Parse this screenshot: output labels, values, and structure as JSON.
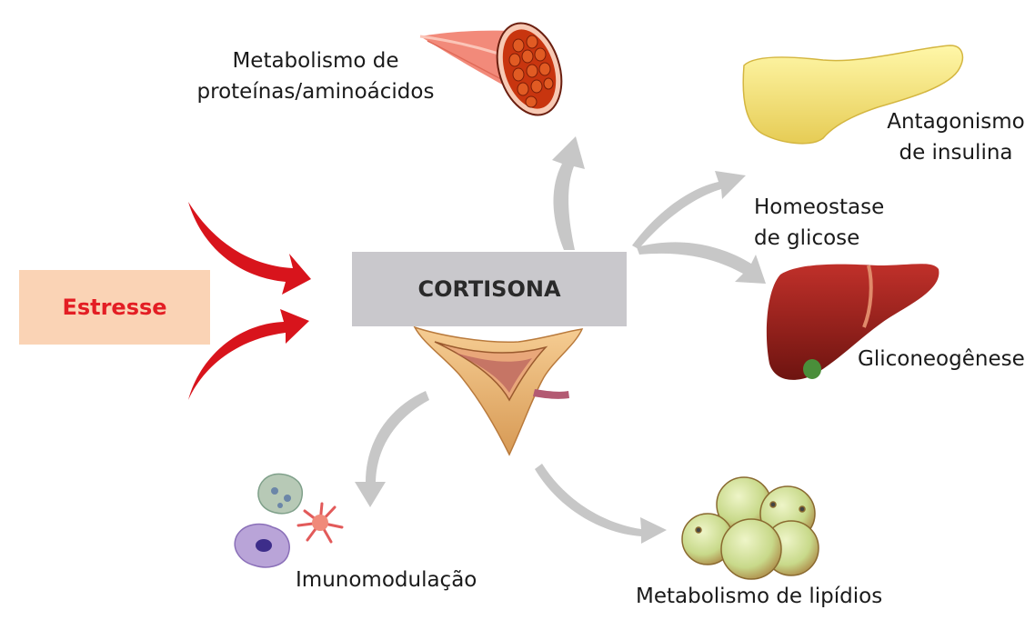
{
  "center_label": "CORTISONA",
  "input_label": "Estresse",
  "effects": {
    "proteins": [
      "Metabolismo de",
      "proteínas/aminoácidos"
    ],
    "insulin": [
      "Antagonismo",
      "de insulina"
    ],
    "glucose": [
      "Homeostase",
      "de glicose"
    ],
    "gluconeogenesis": "Gliconeogênese",
    "immune": "Imunomodulação",
    "lipids": "Metabolismo de lipídios"
  },
  "colors": {
    "center_box": "#c9c8cc",
    "input_box": "#fad3b5",
    "input_text": "#e31e24",
    "input_arrows": "#d8141c",
    "effect_arrows": "#c7c7c7"
  }
}
